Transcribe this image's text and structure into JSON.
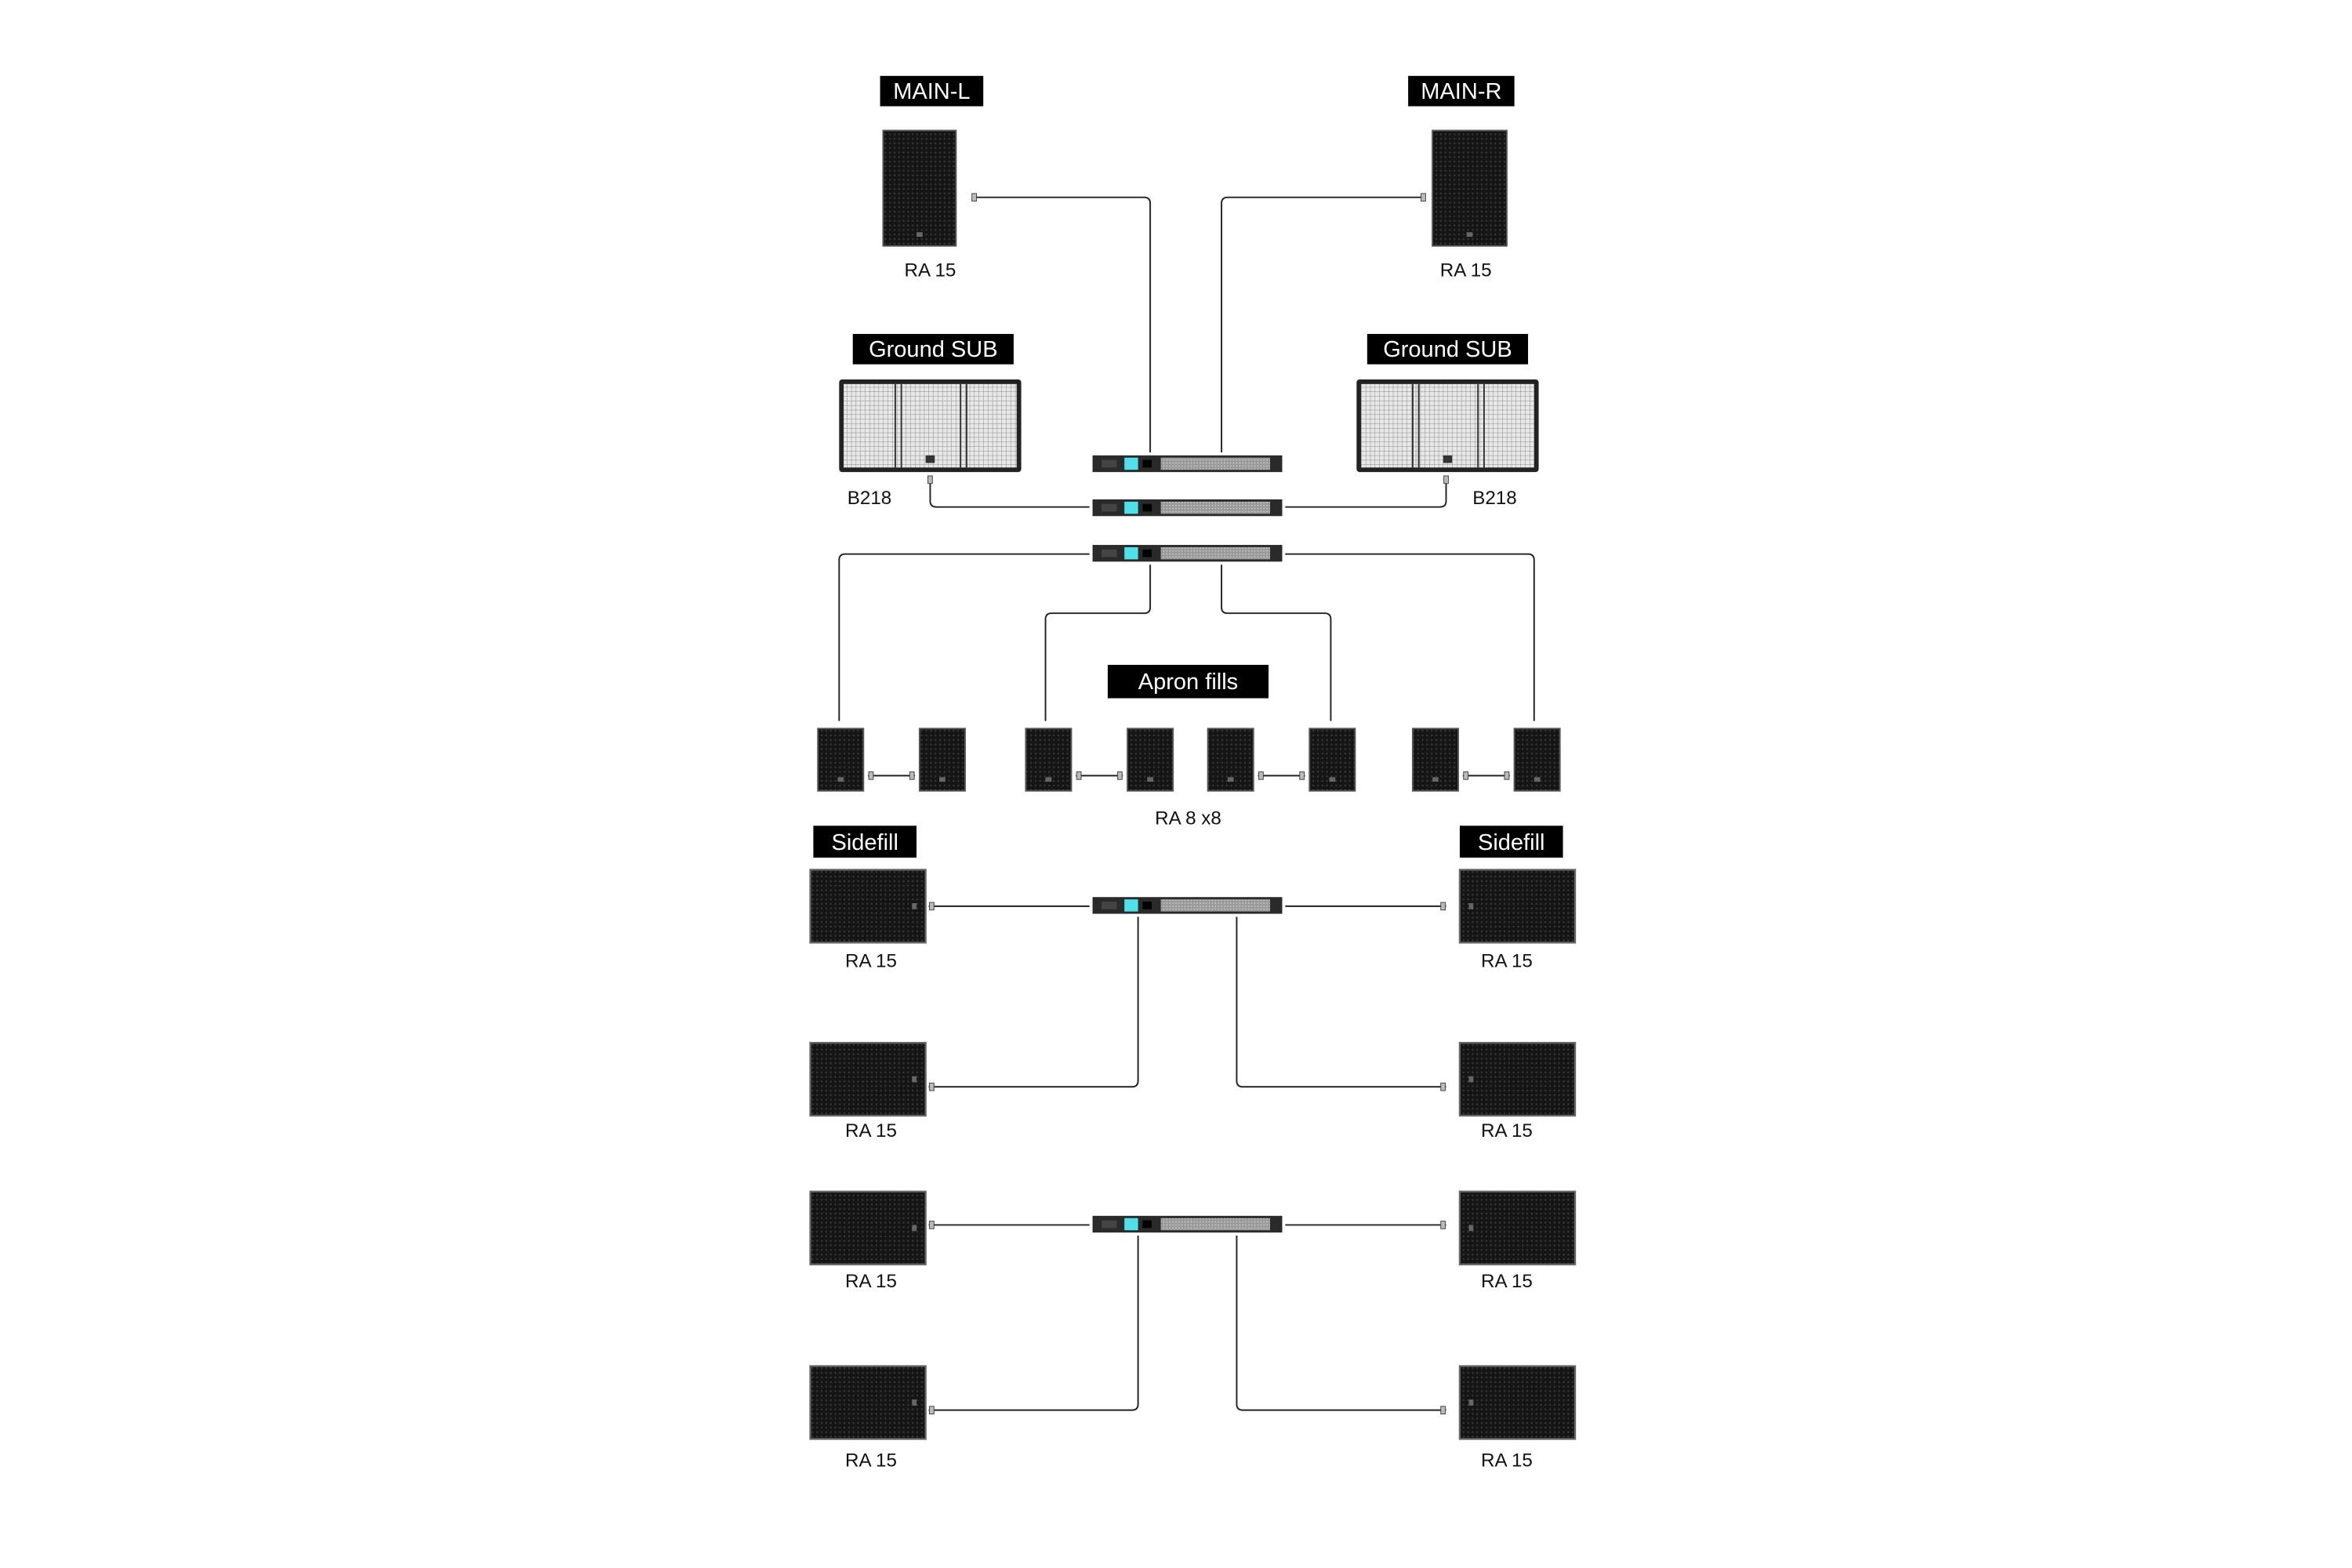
{
  "labels": {
    "main_l": "MAIN-L",
    "main_r": "MAIN-R",
    "ground_sub_l": "Ground SUB",
    "ground_sub_r": "Ground SUB",
    "apron_fills": "Apron fills",
    "sidefill_l": "Sidefill",
    "sidefill_r": "Sidefill"
  },
  "captions": {
    "main_l_model": "RA 15",
    "main_r_model": "RA 15",
    "sub_l_model": "B218",
    "sub_r_model": "B218",
    "apron_model": "RA 8 x8",
    "side_1_l": "RA 15",
    "side_1_r": "RA 15",
    "side_2_l": "RA 15",
    "side_2_r": "RA 15",
    "side_3_l": "RA 15",
    "side_3_r": "RA 15",
    "side_4_l": "RA 15",
    "side_4_r": "RA 15"
  },
  "colors": {
    "label_bg": "#000000",
    "amp_screen": "#4fe0e8",
    "speaker": "#111111"
  }
}
